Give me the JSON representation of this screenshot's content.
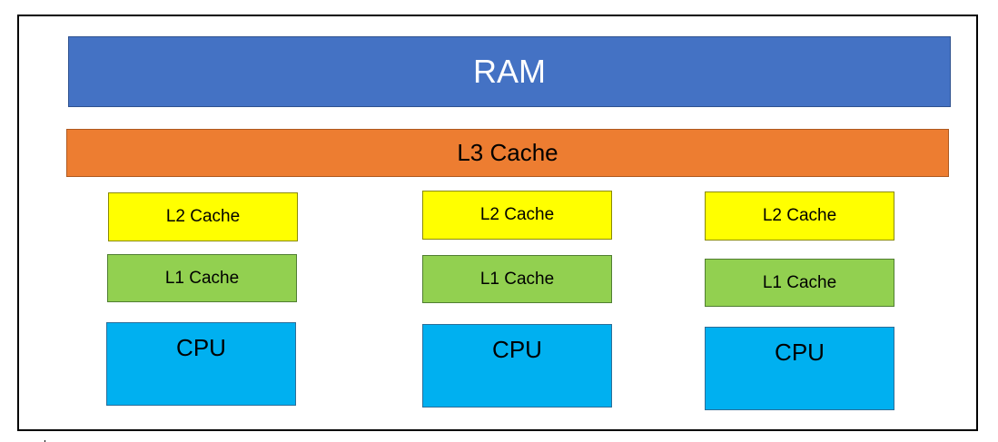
{
  "diagram": {
    "ram": {
      "label": "RAM",
      "color": "#4472c4"
    },
    "l3": {
      "label": "L3 Cache",
      "color": "#ed7d31"
    },
    "cores": [
      {
        "l2": "L2 Cache",
        "l1": "L1 Cache",
        "cpu": "CPU"
      },
      {
        "l2": "L2 Cache",
        "l1": "L1 Cache",
        "cpu": "CPU"
      },
      {
        "l2": "L2 Cache",
        "l1": "L1 Cache",
        "cpu": "CPU"
      }
    ],
    "colors": {
      "l2": "#ffff00",
      "l1": "#92d050",
      "cpu": "#00b0f0"
    }
  }
}
